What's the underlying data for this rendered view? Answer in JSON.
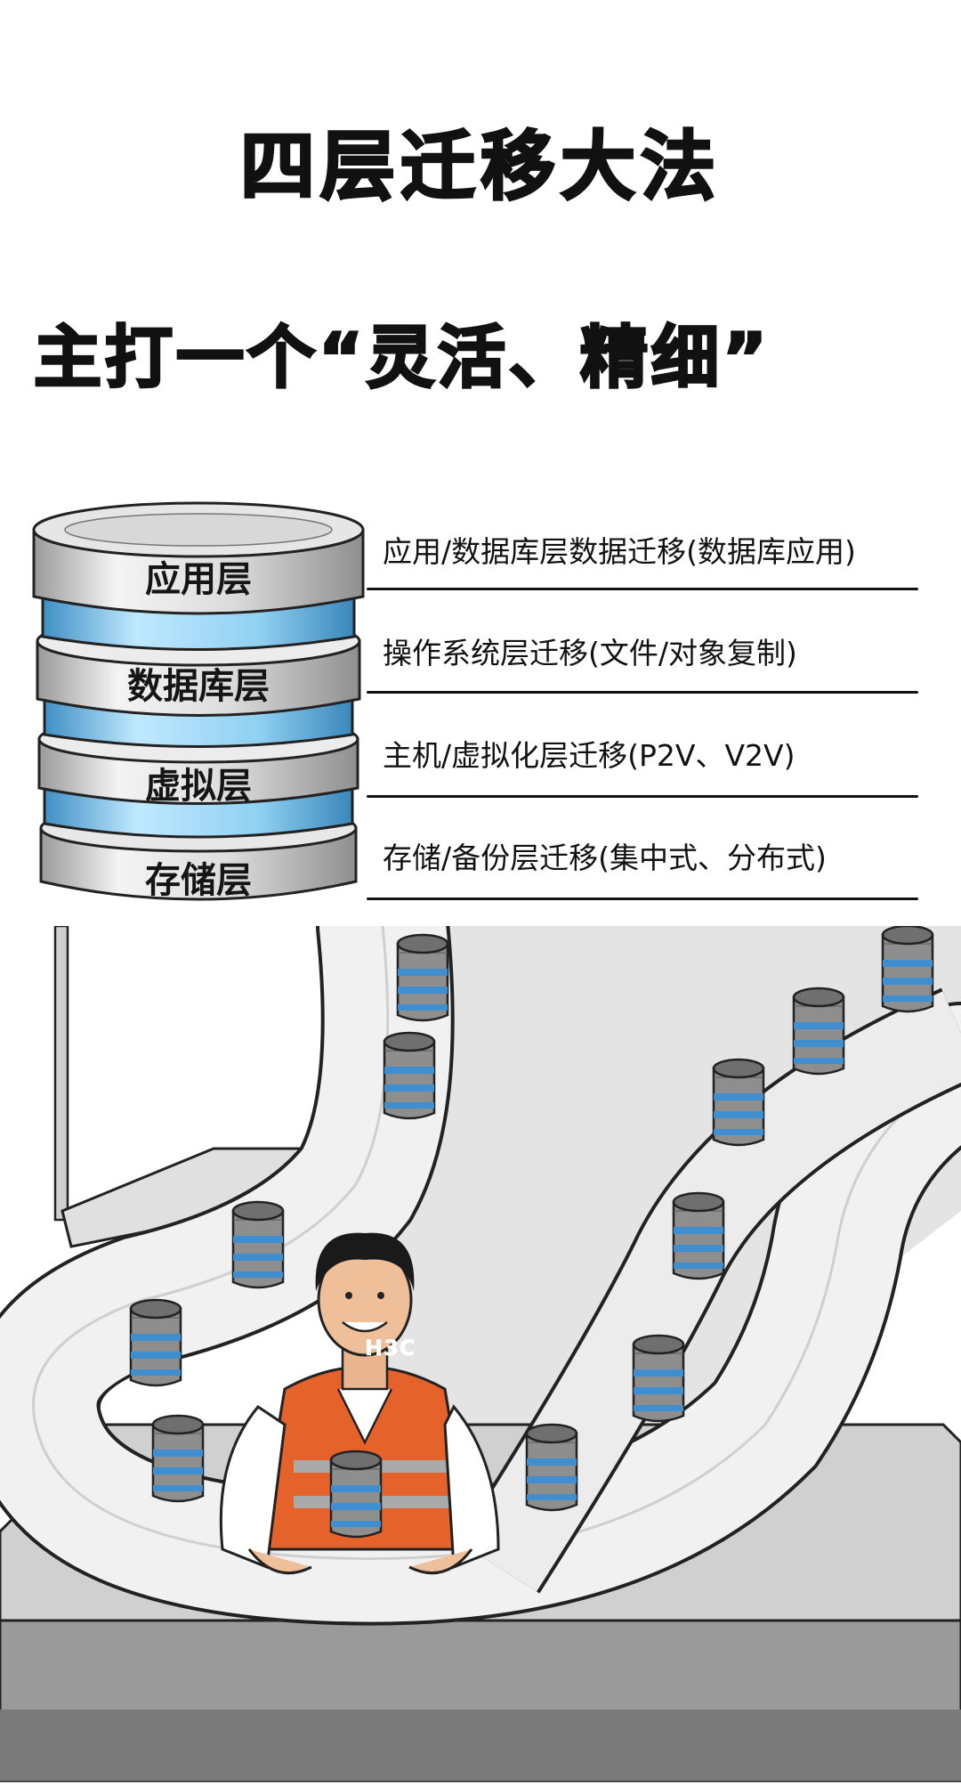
{
  "title": "四层迁移大法",
  "subtitle": "主打一个“灵活、精细”",
  "layers": [
    {
      "label": "应用层",
      "description": "应用/数据库层数据迁移(数据库应用)"
    },
    {
      "label": "数据库层",
      "description": "操作系统层迁移(文件/对象复制)"
    },
    {
      "label": "虚拟层",
      "description": "主机/虚拟化层迁移(P2V、V2V)"
    },
    {
      "label": "存储层",
      "description": "存储/备份层迁移(集中式、分布式)"
    }
  ],
  "vest_logo": "H3C",
  "colors": {
    "disk_blue": "#7fc4ea",
    "vest_orange": "#e5622a",
    "belt_gray": "#d2d2d2"
  },
  "icons": [
    "database-stack-icon",
    "database-cylinder-icon"
  ]
}
